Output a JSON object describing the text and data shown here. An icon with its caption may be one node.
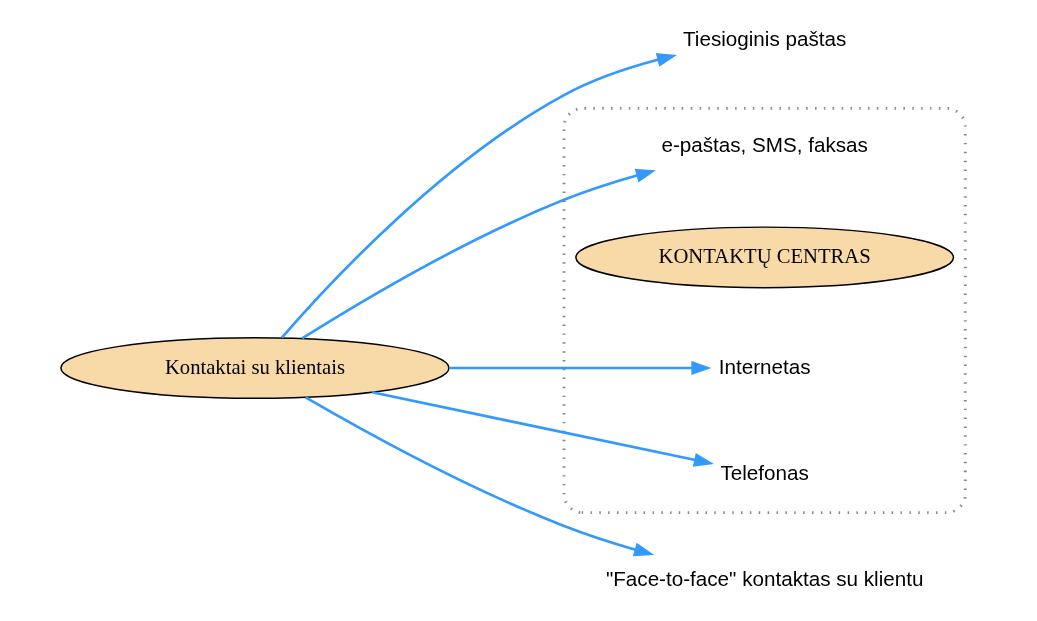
{
  "diagram": {
    "nodes": [
      {
        "text": [
          "Tiesioginis paštas"
        ]
      },
      {
        "text": [],
        "shape": "ellipse"
      },
      {
        "text": [
          "e-paštas, SMS, faksas"
        ],
        "in": 1
      },
      {
        "text": [
          "KONTAKTŲ CENTRAS"
        ],
        "in": 1
      },
      {
        "text": [
          "Internetas"
        ],
        "in": 1
      },
      {
        "text": [
          "Telefonas"
        ],
        "in": 1
      },
      {
        "text": [
          "Kontaktai su klientais"
        ]
      },
      {
        "text": [
          "\"Face-to-face\" kontaktas su klientu"
        ]
      }
    ],
    "edges": [
      {
        "from": 6,
        "to": 0,
        "arrow": "to"
      },
      {
        "from": 6,
        "to": 2,
        "arrow": "to"
      },
      {
        "from": 6,
        "to": 4,
        "arrow": "to"
      },
      {
        "from": 6,
        "to": 5,
        "arrow": "to"
      },
      {
        "from": 6,
        "to": 7,
        "arrow": "to"
      }
    ]
  }
}
